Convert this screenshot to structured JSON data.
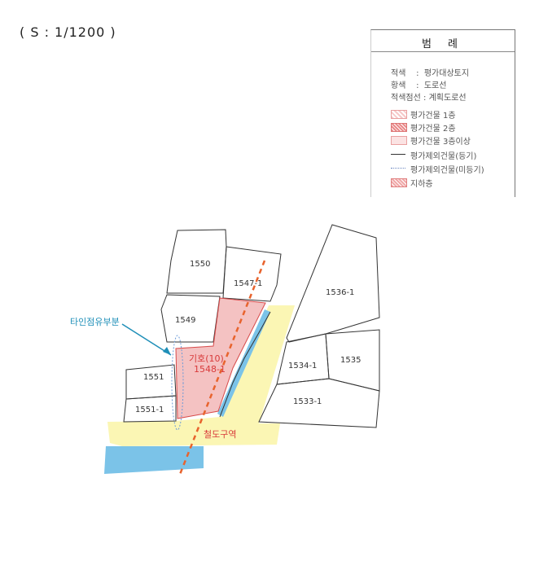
{
  "scale": "( S : 1/1200 )",
  "legend": {
    "title": "범 례",
    "lines": [
      {
        "label": "적색",
        "sep": ":",
        "value": "평가대상토지"
      },
      {
        "label": "황색",
        "sep": ":",
        "value": "도로선"
      },
      {
        "label": "적색점선",
        "sep": ":",
        "value": "계획도로선"
      }
    ],
    "items": [
      {
        "label": "평가건물 1층",
        "color": "#f4b6b6"
      },
      {
        "label": "평가건물 2층",
        "color": "#e98a8a"
      },
      {
        "label": "평가건물 3층이상",
        "color": "#f7d0d0"
      },
      {
        "label": "평가제외건물(등기)",
        "color": "#333333"
      },
      {
        "label": "평가제외건물(미등기)",
        "color": "#8aa0c8"
      },
      {
        "label": "지하층",
        "color": "#f0a8a8"
      }
    ]
  },
  "map": {
    "lots": [
      "1550",
      "1547-1",
      "1536-1",
      "1549",
      "1534-1",
      "1535",
      "1551",
      "1533-1",
      "1551-1"
    ],
    "subject_label": "기호(10)",
    "subject_lot": "1548-1",
    "annotation": "타인점유부분",
    "road_label": "철도구역"
  }
}
